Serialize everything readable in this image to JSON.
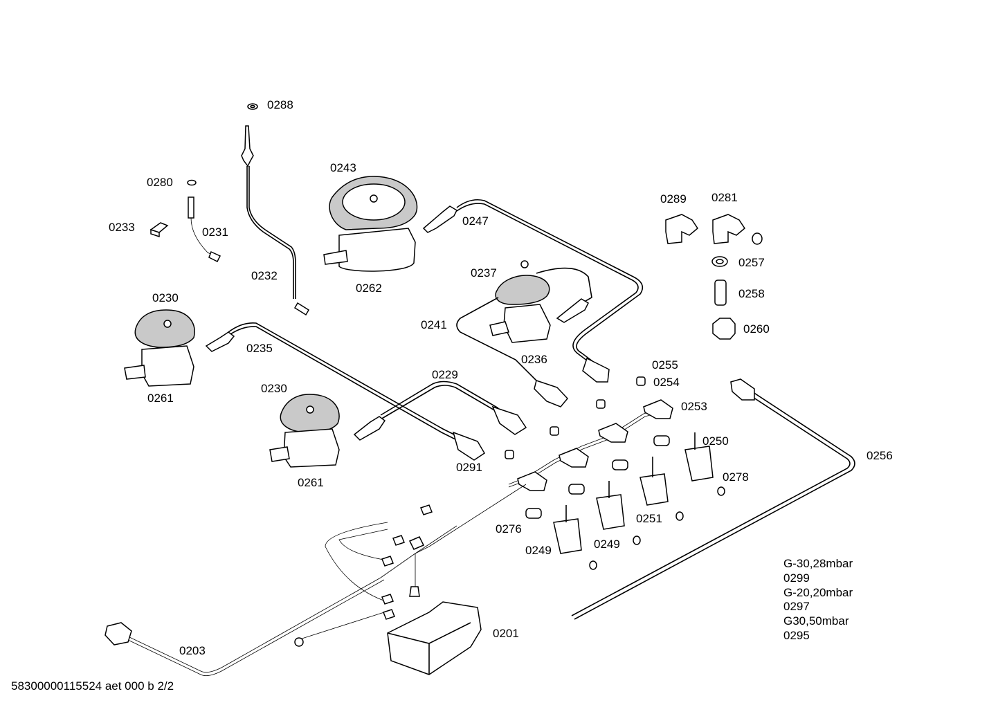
{
  "document": {
    "footer": "58300000115524 aet 000 b 2/2"
  },
  "labels": {
    "p0288": "0288",
    "p0280": "0280",
    "p0233": "0233",
    "p0231": "0231",
    "p0232": "0232",
    "p0243": "0243",
    "p0262": "0262",
    "p0247": "0247",
    "p0237": "0237",
    "p0241": "0241",
    "p0236": "0236",
    "p0289": "0289",
    "p0281": "0281",
    "p0257": "0257",
    "p0258": "0258",
    "p0260": "0260",
    "p0230a": "0230",
    "p0261a": "0261",
    "p0235": "0235",
    "p0230b": "0230",
    "p0261b": "0261",
    "p0229": "0229",
    "p0291": "0291",
    "p0255": "0255",
    "p0254": "0254",
    "p0253": "0253",
    "p0250": "0250",
    "p0256": "0256",
    "p0278": "0278",
    "p0251": "0251",
    "p0276": "0276",
    "p0249a": "0249",
    "p0249b": "0249",
    "p0201": "0201",
    "p0203": "0203"
  },
  "gas_variants": [
    {
      "gas": "G-30,28mbar",
      "part": "0299"
    },
    {
      "gas": "G-20,20mbar",
      "part": "0297"
    },
    {
      "gas": "G30,50mbar",
      "part": "0295"
    }
  ]
}
